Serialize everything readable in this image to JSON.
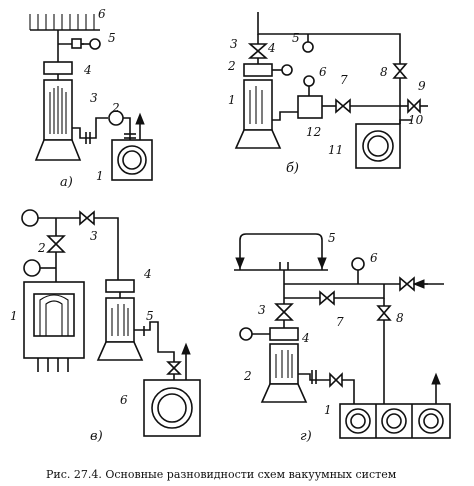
{
  "caption": {
    "text": "Рис.  27.4. Основные разновидности схем вакуумных систем"
  },
  "panels": {
    "a": {
      "letter": "а)",
      "labels": {
        "l1": "1",
        "l2": "2",
        "l3": "3",
        "l4": "4",
        "l5": "5",
        "l6": "6"
      }
    },
    "b": {
      "letter": "б)",
      "labels": {
        "l1": "1",
        "l2": "2",
        "l3": "3",
        "l4": "4",
        "l5": "5",
        "l6": "6",
        "l7": "7",
        "l8": "8",
        "l9": "9",
        "l10": "10",
        "l11": "11",
        "l12": "12"
      }
    },
    "v": {
      "letter": "в)",
      "labels": {
        "l1": "1",
        "l2": "2",
        "l3": "3",
        "l4": "4",
        "l5": "5",
        "l6": "6"
      }
    },
    "g": {
      "letter": "г)",
      "labels": {
        "l1": "1",
        "l2": "2",
        "l3": "3",
        "l4": "4",
        "l5": "5",
        "l6": "6",
        "l7": "7",
        "l8": "8"
      }
    }
  }
}
